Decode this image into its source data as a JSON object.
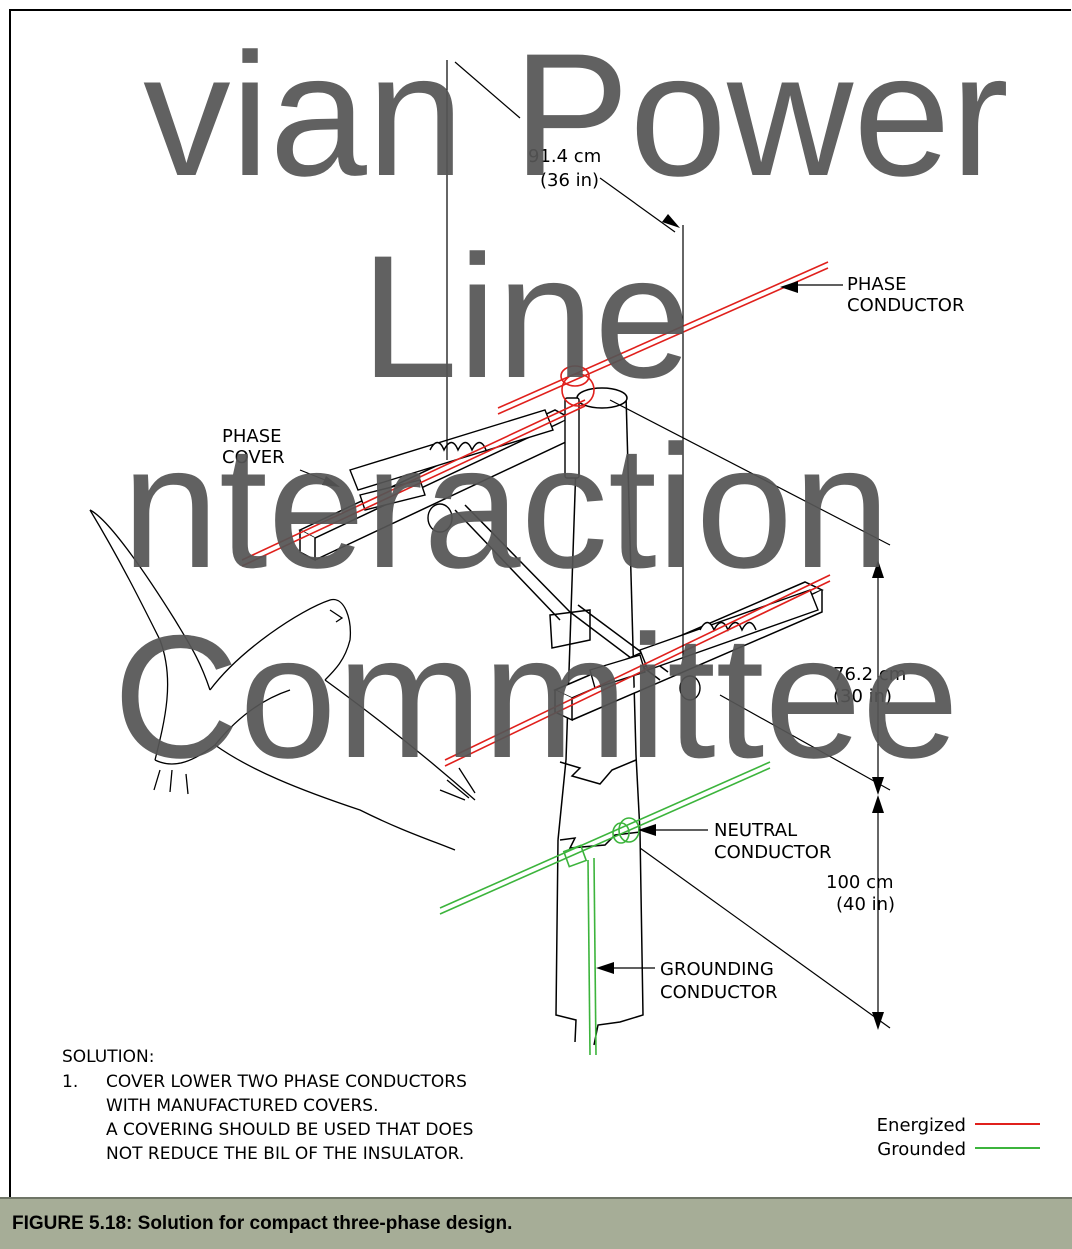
{
  "watermark": {
    "line1": "vian Power",
    "line2": "Line",
    "line3": "nteraction",
    "line4": "Committee"
  },
  "dimensions": {
    "top_cm": "91.4 cm",
    "top_in": "(36 in)",
    "middle_cm": "76.2 cm",
    "middle_in": "(30 in)",
    "lower_cm": "100 cm",
    "lower_in": "(40 in)"
  },
  "labels": {
    "phase_conductor_1": "PHASE",
    "phase_conductor_2": "CONDUCTOR",
    "phase_cover_1": "PHASE",
    "phase_cover_2": "COVER",
    "neutral_conductor_1": "NEUTRAL",
    "neutral_conductor_2": "CONDUCTOR",
    "grounding_conductor_1": "GROUNDING",
    "grounding_conductor_2": "CONDUCTOR"
  },
  "solution": {
    "heading": "SOLUTION:",
    "number": "1.",
    "line1": "COVER LOWER TWO PHASE CONDUCTORS",
    "line2": "WITH MANUFACTURED COVERS.",
    "line3": "A COVERING SHOULD BE USED THAT DOES",
    "line4": "NOT REDUCE THE BIL OF THE INSULATOR."
  },
  "legend": {
    "energized": "Energized",
    "grounded": "Grounded",
    "energized_color": "#e0201c",
    "grounded_color": "#3cb43c"
  },
  "caption": "FIGURE 5.18: Solution for compact three-phase design."
}
